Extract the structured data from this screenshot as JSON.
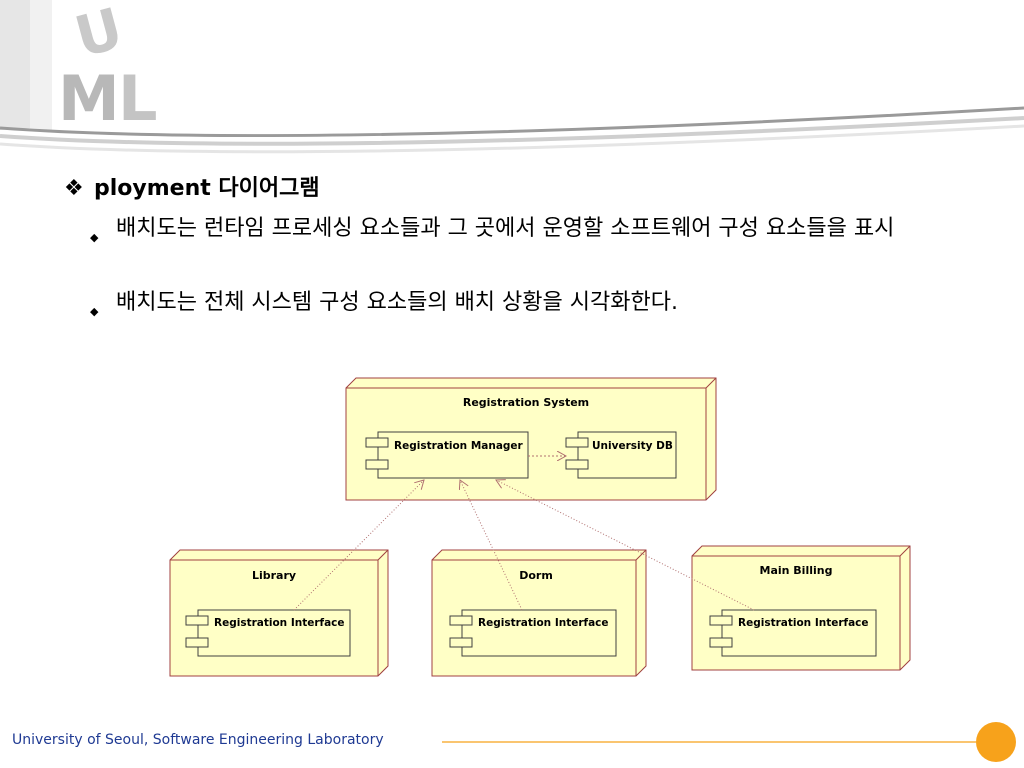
{
  "logo": {
    "letters": [
      "U",
      "M",
      "L"
    ]
  },
  "heading": {
    "marker": "❖",
    "text": "ployment 다이어그램"
  },
  "bullets": [
    {
      "marker": "◆",
      "text": "배치도는 런타임 프로세싱 요소들과 그 곳에서 운영할 소프트웨어 구성 요소들을 표시"
    },
    {
      "marker": "◆",
      "text": "배치도는 전체 시스템 구성 요소들의 배치 상황을 시각화한다."
    }
  ],
  "diagram": {
    "nodes": [
      {
        "id": "reg-system",
        "title": "Registration System",
        "components": [
          "Registration Manager",
          "University DB"
        ]
      },
      {
        "id": "library",
        "title": "Library",
        "components": [
          "Registration Interface"
        ]
      },
      {
        "id": "dorm",
        "title": "Dorm",
        "components": [
          "Registration Interface"
        ]
      },
      {
        "id": "billing",
        "title": "Main Billing",
        "components": [
          "Registration Interface"
        ]
      }
    ],
    "colors": {
      "node_fill": "#ffffc6",
      "node_stroke": "#a04040",
      "component_stroke": "#404040",
      "link": "#b07070"
    }
  },
  "footer": {
    "text": "University of Seoul, Software Engineering Laboratory",
    "accent": "#f7a21b",
    "text_color": "#1f3a93"
  }
}
